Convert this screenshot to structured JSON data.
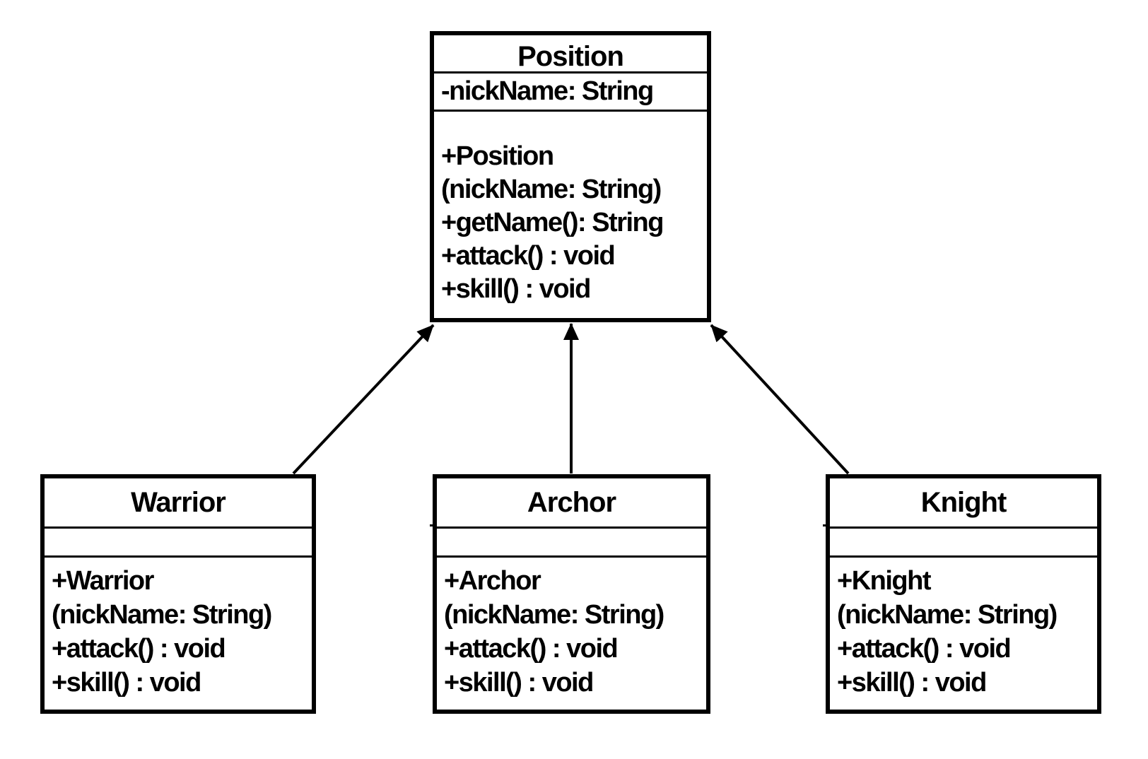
{
  "colors": {
    "background": "#ffffff",
    "stroke": "#000000",
    "text": "#000000"
  },
  "classes": {
    "position": {
      "name": "Position",
      "attributes": [
        "-nickName: String"
      ],
      "methods": [
        "+Position",
        "(nickName: String)",
        "+getName(): String",
        "+attack() : void",
        "+skill() : void"
      ]
    },
    "warrior": {
      "name": "Warrior",
      "attributes": [],
      "methods": [
        "+Warrior",
        "(nickName: String)",
        "+attack() : void",
        "+skill() : void"
      ]
    },
    "archor": {
      "name": "Archor",
      "attributes": [],
      "methods": [
        "+Archor",
        "(nickName: String)",
        "+attack() : void",
        "+skill() : void"
      ]
    },
    "knight": {
      "name": "Knight",
      "attributes": [],
      "methods": [
        "+Knight",
        "(nickName: String)",
        "+attack() : void",
        "+skill() : void"
      ]
    }
  },
  "relations": [
    {
      "from": "Warrior",
      "to": "Position",
      "type": "generalization"
    },
    {
      "from": "Archor",
      "to": "Position",
      "type": "generalization"
    },
    {
      "from": "Knight",
      "to": "Position",
      "type": "generalization"
    }
  ]
}
